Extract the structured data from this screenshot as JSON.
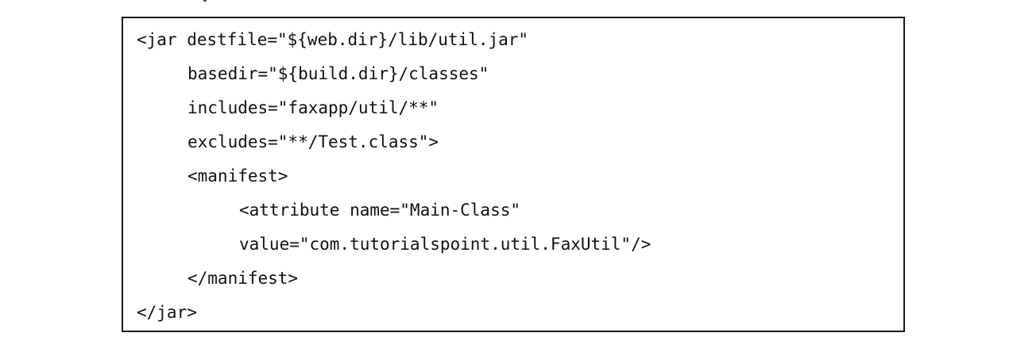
{
  "code": {
    "lines": [
      "<jar destfile=\"${web.dir}/lib/util.jar\"",
      "basedir=\"${build.dir}/classes\"",
      "includes=\"faxapp/util/**\"",
      "excludes=\"**/Test.class\">",
      "<manifest>",
      "<attribute name=\"Main-Class\"",
      "value=\"com.tutorialspoint.util.FaxUtil\"/>",
      "</manifest>",
      "</jar>"
    ]
  }
}
